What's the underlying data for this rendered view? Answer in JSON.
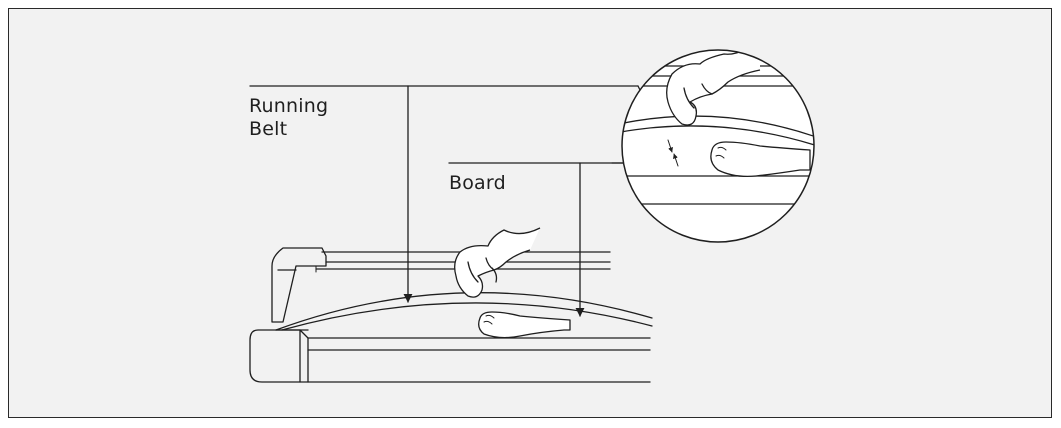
{
  "labels": {
    "running_line1": "Running",
    "running_line2": "Belt",
    "board": "Board"
  },
  "colors": {
    "line": "#1f1f1f",
    "panel_background": "#f2f2f2",
    "detail_background": "#ffffff"
  }
}
